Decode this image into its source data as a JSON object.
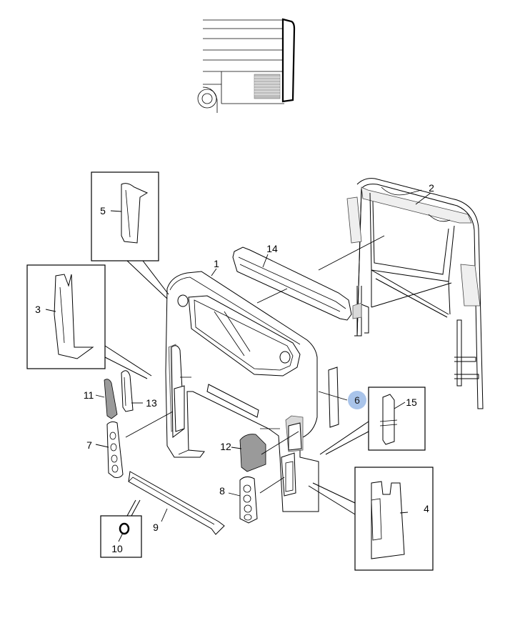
{
  "diagram": {
    "callouts": [
      {
        "id": "1",
        "label": "1"
      },
      {
        "id": "2",
        "label": "2"
      },
      {
        "id": "3",
        "label": "3"
      },
      {
        "id": "4",
        "label": "4"
      },
      {
        "id": "5",
        "label": "5"
      },
      {
        "id": "6",
        "label": "6",
        "highlighted": true
      },
      {
        "id": "7",
        "label": "7"
      },
      {
        "id": "8",
        "label": "8"
      },
      {
        "id": "9",
        "label": "9"
      },
      {
        "id": "10",
        "label": "10"
      },
      {
        "id": "11",
        "label": "11"
      },
      {
        "id": "12",
        "label": "12"
      },
      {
        "id": "13",
        "label": "13"
      },
      {
        "id": "14",
        "label": "14"
      },
      {
        "id": "15",
        "label": "15"
      }
    ],
    "colors": {
      "line": "#000000",
      "highlight": "#a9c4ea",
      "shade": "#d9d9d9"
    }
  }
}
